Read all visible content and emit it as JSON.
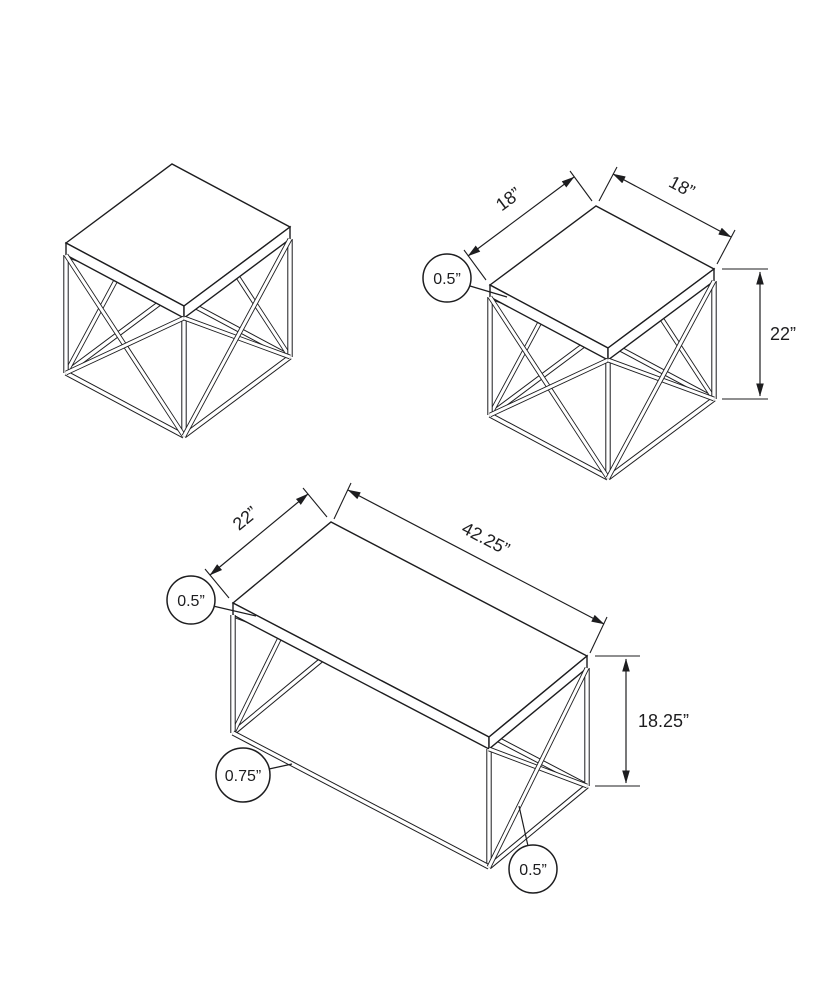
{
  "drawing": {
    "background": "#ffffff",
    "line_color": "#1d1d1f"
  },
  "end_table": {
    "depth_label": "18”",
    "width_label": "18”",
    "height_label": "22”",
    "top_thickness_label": "0.5”"
  },
  "coffee_table": {
    "depth_label": "22”",
    "length_label": "42.25”",
    "height_label": "18.25”",
    "top_thickness_label": "0.5”",
    "frame_width_label": "0.75”",
    "brace_width_label": "0.5”"
  }
}
